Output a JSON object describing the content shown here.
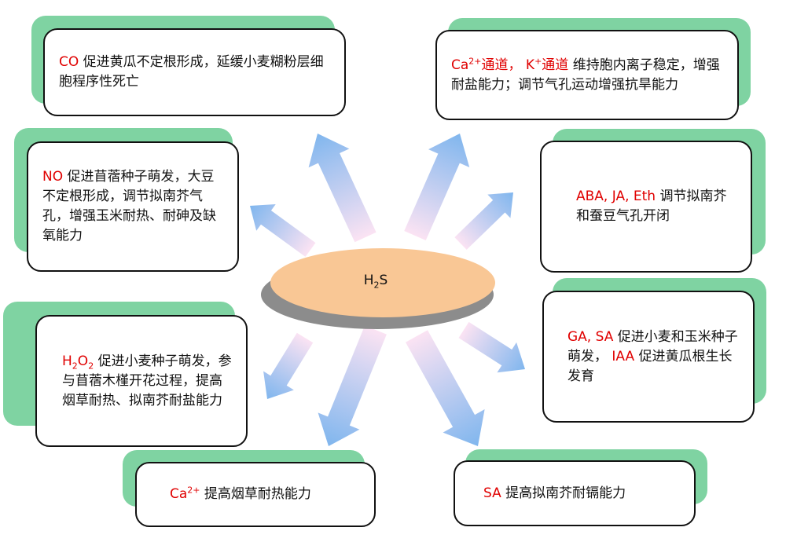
{
  "center": {
    "label": "H",
    "sub": "2",
    "rest": "S"
  },
  "colors": {
    "accent_red": "#e00000",
    "shadow_green": "#7fd3a2",
    "ellipse_fill": "#f9c795",
    "ellipse_shadow": "#8c8c8c"
  },
  "cards": {
    "co": {
      "term": "CO",
      "text": "促进黄瓜不定根形成，延缓小麦糊粉层细胞程序性死亡"
    },
    "ca_channels": {
      "ca": "Ca",
      "ca_sup": "2+",
      "ca_rest": "通道，",
      "k": "K",
      "k_sup": "+",
      "k_rest": "通道",
      "text": "维持胞内离子稳定，增强耐盐能力；调节气孔运动增强抗旱能力"
    },
    "no": {
      "term": "NO",
      "text": "促进苜蓿种子萌发，大豆不定根形成，调节拟南芥气孔，增强玉米耐热、耐砷及缺氧能力"
    },
    "aba": {
      "term": "ABA, JA, Eth",
      "text": "调节拟南芥和蚕豆气孔开闭"
    },
    "h2o2": {
      "term_h": "H",
      "term_sub1": "2",
      "term_o": "O",
      "term_sub2": "2",
      "text": "促进小麦种子萌发，参与苜蓿木槿开花过程，提高烟草耐热、拟南芥耐盐能力"
    },
    "ga": {
      "term1": "GA, SA",
      "text1": "促进小麦和玉米种子萌发，",
      "term2": "IAA",
      "text2": "促进黄瓜根生长发育"
    },
    "ca": {
      "term": "Ca",
      "term_sup": "2+",
      "text": "提高烟草耐热能力"
    },
    "sa": {
      "term": "SA",
      "text": "提高拟南芥耐镉能力"
    }
  }
}
